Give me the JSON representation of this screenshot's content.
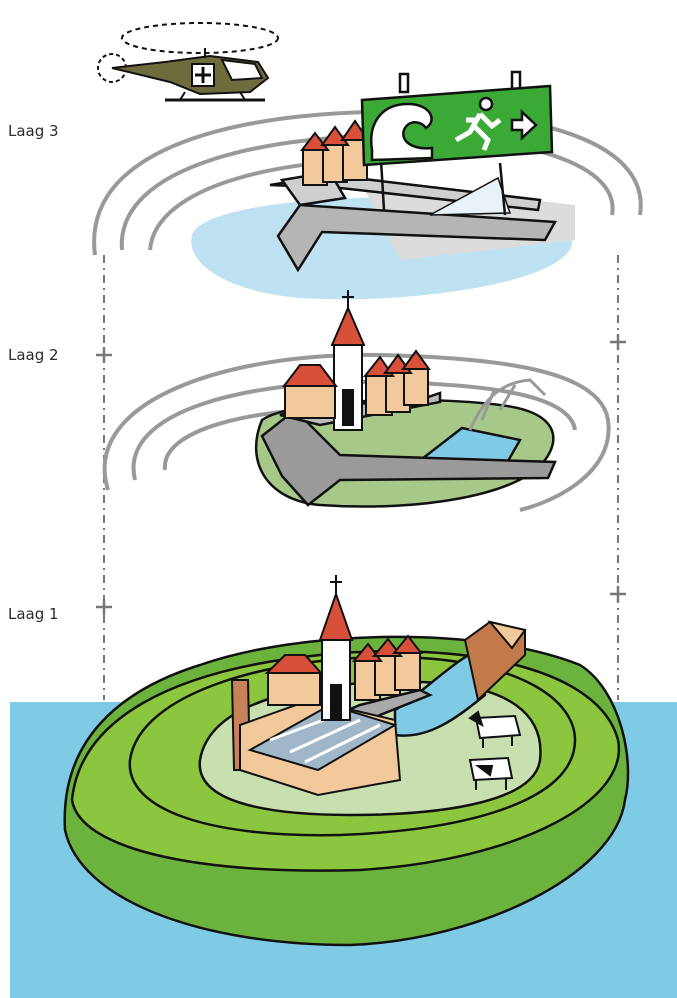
{
  "labels": {
    "layer3": "Laag 3",
    "layer2": "Laag 2",
    "layer1": "Laag 1"
  },
  "colors": {
    "water": "#7fcbe6",
    "pond": "#bfe2f2",
    "grass_light": "#8cc63f",
    "grass_mid": "#6cb33e",
    "grass_pale": "#c8dfb0",
    "road": "#a9a9a9",
    "house_wall": "#f2c99b",
    "roof": "#d9503a",
    "sign": "#3aa935",
    "outline": "#111111"
  },
  "icons": [
    "helicopter-icon",
    "evacuation-sign-icon",
    "tsunami-wave-icon",
    "running-person-icon",
    "arrow-right-icon",
    "church-icon",
    "factory-icon",
    "cow-icon"
  ]
}
